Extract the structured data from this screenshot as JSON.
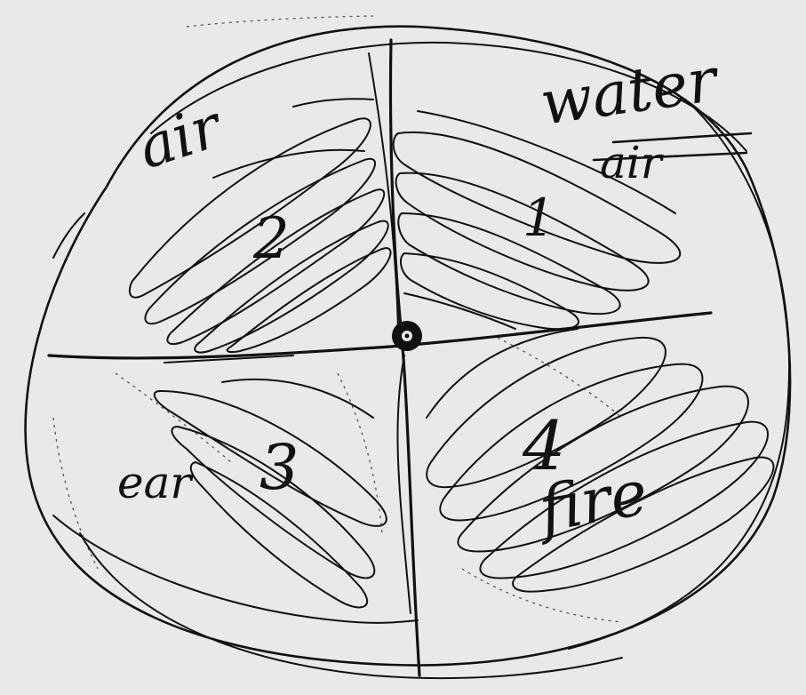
{
  "diagram": {
    "quadrants": [
      {
        "id": "top-left",
        "number": "2",
        "word": "air"
      },
      {
        "id": "top-right",
        "number": "1",
        "word": "water",
        "struck_word": "air"
      },
      {
        "id": "bottom-left",
        "number": "3",
        "word": "ear"
      },
      {
        "id": "bottom-right",
        "number": "4",
        "word": "fire"
      }
    ],
    "colors": {
      "ink": "#111111",
      "paper": "#e9e9e9"
    }
  }
}
